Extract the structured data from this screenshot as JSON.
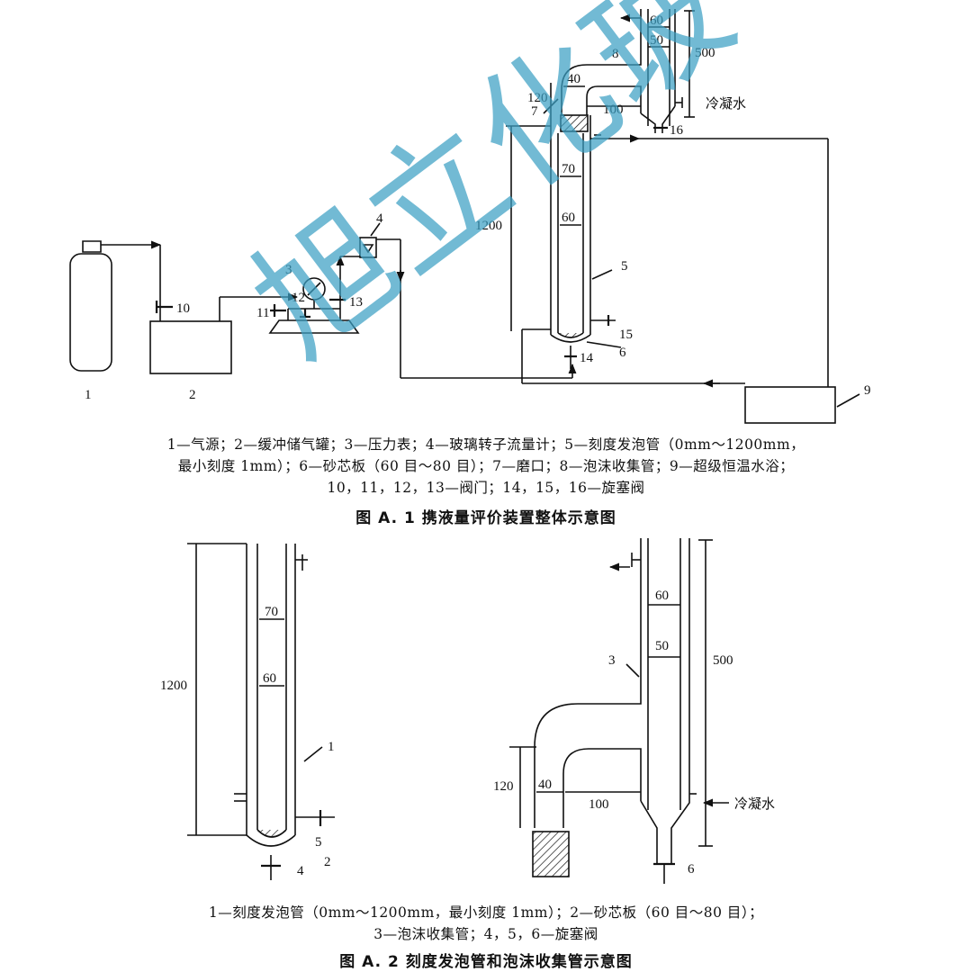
{
  "fig1": {
    "labels": {
      "n1": "1",
      "n2": "2",
      "n3": "3",
      "n4": "4",
      "n5": "5",
      "n6": "6",
      "n7": "7",
      "n8": "8",
      "n9": "9",
      "n10": "10",
      "n11": "11",
      "n12": "12",
      "n13": "13",
      "n14": "14",
      "n15": "15",
      "n16": "16",
      "d60": "60",
      "d50": "50",
      "d500": "500",
      "d120": "120",
      "d40": "40",
      "d100": "100",
      "d70": "70",
      "d60b": "60",
      "d1200": "1200",
      "cond": "冷凝水"
    },
    "legend_line1": "1—气源；2—缓冲储气罐；3—压力表；4—玻璃转子流量计；5—刻度发泡管（0mm～1200mm，",
    "legend_line2": "最小刻度 1mm）；6—砂芯板（60 目～80 目）；7—磨口；8—泡沫收集管；9—超级恒温水浴；",
    "legend_line3": "10，11，12，13—阀门；14，15，16—旋塞阀",
    "title": "图 A. 1    携液量评价装置整体示意图"
  },
  "fig2": {
    "labels": {
      "d1200": "1200",
      "d70": "70",
      "d60": "60",
      "n1": "1",
      "n2": "2",
      "n4": "4",
      "n5": "5",
      "n3": "3",
      "d60b": "60",
      "d50": "50",
      "d500": "500",
      "d120": "120",
      "d40": "40",
      "d100": "100",
      "cond": "冷凝水",
      "n6": "6"
    },
    "legend_line1": "1—刻度发泡管（0mm～1200mm，最小刻度 1mm）；2—砂芯板（60 目～80 目）；",
    "legend_line2": "3—泡沫收集管；4，5，6—旋塞阀",
    "title": "图 A. 2    刻度发泡管和泡沫收集管示意图"
  },
  "watermark": "旭立化玻"
}
